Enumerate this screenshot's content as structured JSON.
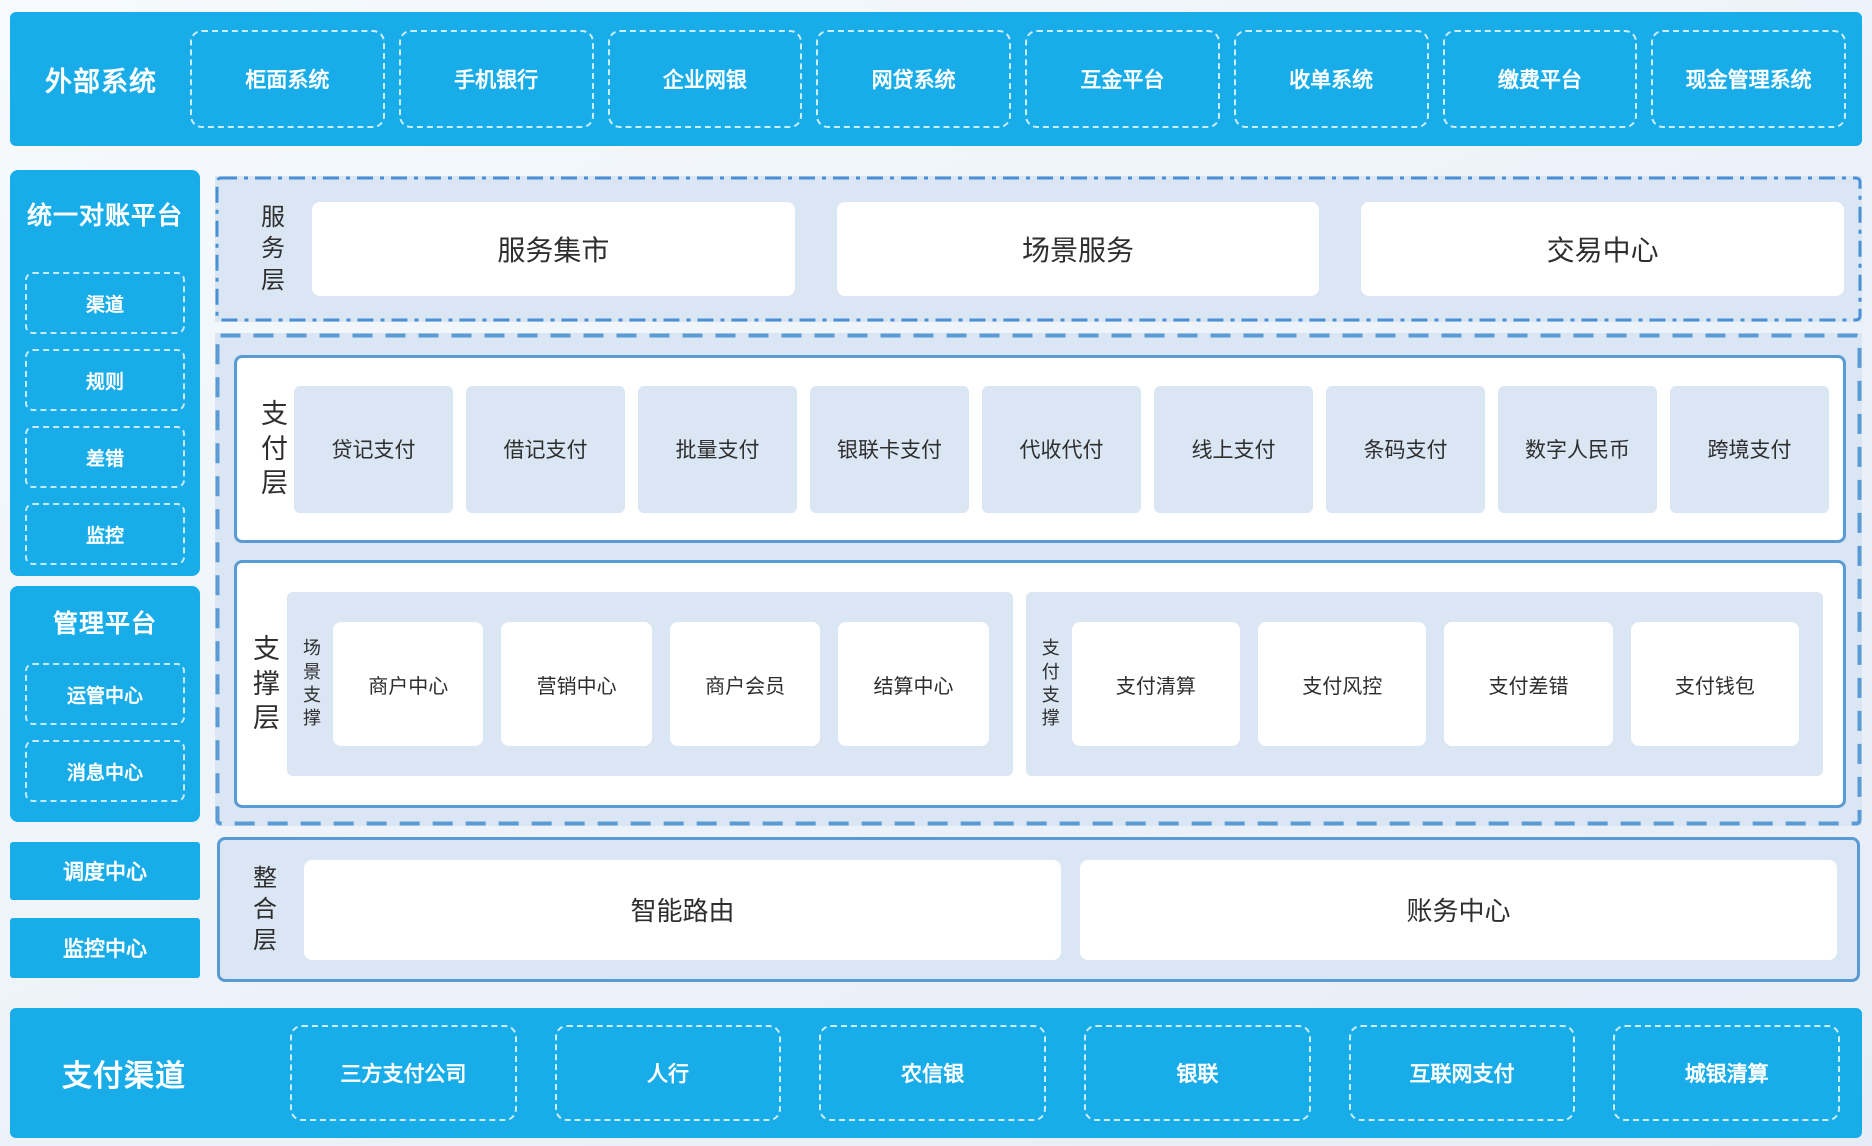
{
  "colors": {
    "accent_blue": "#18ade9",
    "panel_border_blue": "#5b9bd5",
    "panel_fill_light": "#dae6f3",
    "text_dark": "#2e2e2e",
    "text_white": "#ffffff"
  },
  "top_band": {
    "label": "外部系统",
    "items": [
      "柜面系统",
      "手机银行",
      "企业网银",
      "网贷系统",
      "互金平台",
      "收单系统",
      "缴费平台",
      "现金管理系统"
    ]
  },
  "sidebar": {
    "reconciliation_platform": {
      "title": "统一对账平台",
      "items": [
        "渠道",
        "规则",
        "差错",
        "监控"
      ]
    },
    "management_platform": {
      "title": "管理平台",
      "items": [
        "运管中心",
        "消息中心"
      ]
    },
    "dispatch_center": "调度中心",
    "monitor_center": "监控中心"
  },
  "layers": {
    "service_layer": {
      "label": "服务层",
      "items": [
        "服务集市",
        "场景服务",
        "交易中心"
      ]
    },
    "payment_layer": {
      "label": "支付层",
      "items": [
        "贷记支付",
        "借记支付",
        "批量支付",
        "银联卡支付",
        "代收代付",
        "线上支付",
        "条码支付",
        "数字人民币",
        "跨境支付"
      ]
    },
    "support_layer": {
      "label": "支撑层",
      "groups": [
        {
          "label": "场景支撑",
          "items": [
            "商户中心",
            "营销中心",
            "商户会员",
            "结算中心"
          ]
        },
        {
          "label": "支付支撑",
          "items": [
            "支付清算",
            "支付风控",
            "支付差错",
            "支付钱包"
          ]
        }
      ]
    },
    "integration_layer": {
      "label": "整合层",
      "items": [
        "智能路由",
        "账务中心"
      ]
    }
  },
  "bottom_band": {
    "label": "支付渠道",
    "items": [
      "三方支付公司",
      "人行",
      "农信银",
      "银联",
      "互联网支付",
      "城银清算"
    ]
  }
}
